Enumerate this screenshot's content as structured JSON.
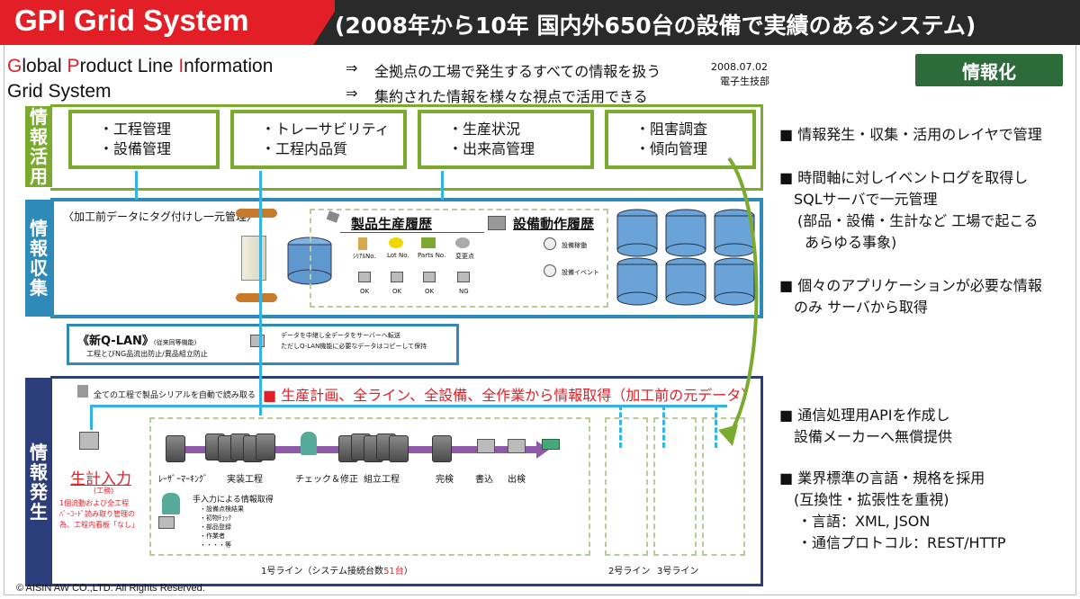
{
  "header": {
    "title": "GPI Grid System",
    "subtitle": "(2008年から10年 国内外650台の設備で実績のあるシステム)"
  },
  "system_name": {
    "line1_parts": [
      "G",
      "lobal ",
      "P",
      "roduct Line ",
      "I",
      "nformation"
    ],
    "line2": "Grid System",
    "arrow": "⇒",
    "desc1": "全拠点の工場で発生するすべての情報を扱う",
    "desc2": "集約された情報を様々な視点で活用できる",
    "date": "2008.07.02",
    "dept": "電子生技部"
  },
  "info_button": "情報化",
  "layers": {
    "utilize": "情報活用",
    "collect": "情報収集",
    "generate": "情報発生"
  },
  "app_boxes": [
    {
      "line1": "・工程管理",
      "line2": "・設備管理"
    },
    {
      "line1": "・トレーサビリティ",
      "line2": "・工程内品質"
    },
    {
      "line1": "・生産状況",
      "line2": "・出来高管理"
    },
    {
      "line1": "・阻害調査",
      "line2": "・傾向管理"
    }
  ],
  "collect": {
    "tag_note": "〈加工前データにタグ付けし一元管理〉",
    "product_history": "製品生産履歴",
    "equipment_history": "設備動作履歴",
    "doc_labels": [
      "ｼﾘｱﾙNo.",
      "Lot No.",
      "Parts No.",
      "変更点"
    ],
    "judge_labels": [
      "OK",
      "OK",
      "OK",
      "NG"
    ],
    "event_labels": [
      "設備稼働",
      "設備イベント"
    ]
  },
  "qlan": {
    "title": "《新Q-LAN》",
    "title_note": "(従来同等機能)",
    "line2": "工程とびNG品流出防止/異品組立防止",
    "note1": "データを中継し全データをサーバーへ転送",
    "note2": "ただしQ-LAN機能に必要なデータはコピーして保持"
  },
  "generate": {
    "scan_note": "全ての工程で製品シリアルを自動で読み取る",
    "headline": "■ 生産計画、全ライン、全設備、全作業から情報取得（加工前の元データ）",
    "plan_label": "生計入力",
    "plan_sub": "(工務)",
    "plan_note1": "1個流動および全工程",
    "plan_note2": "ﾊﾞｰｺｰﾄﾞ読み取り管理の",
    "plan_note3": "為、工程内看板「なし」",
    "process_labels": [
      "ﾚｰｻﾞｰﾏｰｷﾝｸﾞ",
      "実装工程",
      "チェック＆修正",
      "組立工程",
      "完検",
      "書込",
      "出検"
    ],
    "manual_title": "手入力による情報取得",
    "manual_items": [
      "・設備点検結果",
      "・初物ﾁｪｯｸ",
      "・部品登録",
      "・作業者",
      "・・・・等"
    ],
    "line1_prefix": "1号ライン（システム接続台数",
    "line1_count": "51台",
    "line1_suffix": "）",
    "line2": "2号ライン",
    "line3": "3号ライン"
  },
  "right_notes": {
    "n1": "■ 情報発生・収集・活用のレイヤで管理",
    "n2a": "■ 時間軸に対しイベントログを取得し",
    "n2b": "SQLサーバで一元管理",
    "n2c": "(部品・設備・生計など 工場で起こる",
    "n2d": "あらゆる事象)",
    "n3a": "■ 個々のアプリケーションが必要な情報",
    "n3b": "のみ サーバから取得",
    "n4a": "■ 通信処理用APIを作成し",
    "n4b": "設備メーカーへ無償提供",
    "n5a": "■ 業界標準の言語・規格を採用",
    "n5b": "(互換性・拡張性を重視)",
    "n5c": "・言語：XML, JSON",
    "n5d": "・通信プロトコル：REST/HTTP"
  },
  "copyright": "© AISIN AW CO.,LTD. All Rights Reserved.",
  "colors": {
    "header_red": "#e21f26",
    "header_dark": "#2a2a2a",
    "layer_green": "#7aab2f",
    "layer_teal": "#2e8ab8",
    "layer_navy": "#2c3e7a",
    "info_btn": "#2d6b3a",
    "line_cyan": "#35b3e6"
  }
}
